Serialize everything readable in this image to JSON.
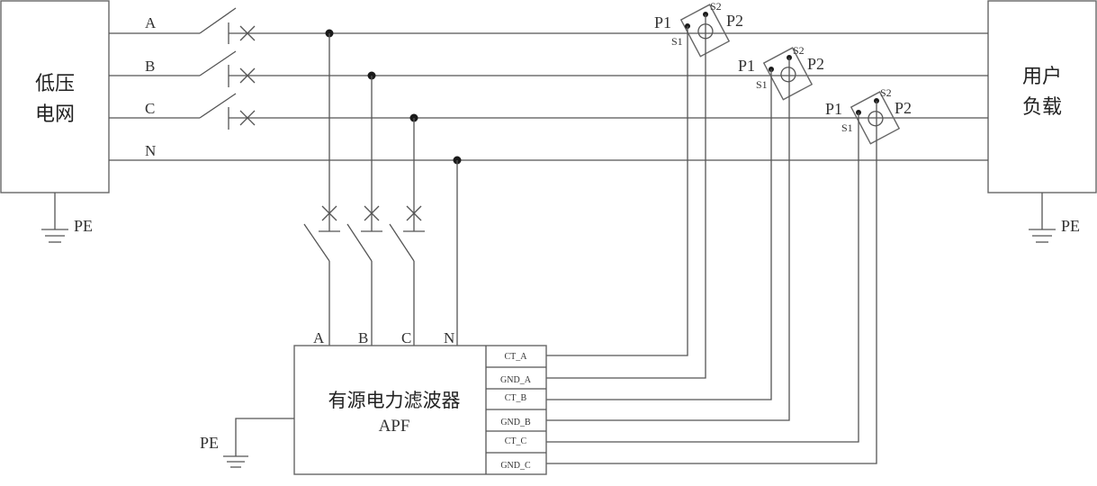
{
  "diagram": {
    "grid_source": {
      "label_line1": "低压",
      "label_line2": "电网",
      "ground_label": "PE"
    },
    "user_load": {
      "label_line1": "用户",
      "label_line2": "负载",
      "ground_label": "PE"
    },
    "bus_lines": [
      {
        "name": "A",
        "label": "A"
      },
      {
        "name": "B",
        "label": "B"
      },
      {
        "name": "C",
        "label": "C"
      },
      {
        "name": "N",
        "label": "N"
      }
    ],
    "current_transformers": [
      {
        "phase": "A",
        "primary_in": "P1",
        "primary_out": "P2",
        "secondary_1": "S1",
        "secondary_2": "S2"
      },
      {
        "phase": "B",
        "primary_in": "P1",
        "primary_out": "P2",
        "secondary_1": "S1",
        "secondary_2": "S2"
      },
      {
        "phase": "C",
        "primary_in": "P1",
        "primary_out": "P2",
        "secondary_1": "S1",
        "secondary_2": "S2"
      }
    ],
    "apf": {
      "title": "有源电力滤波器",
      "subtitle": "APF",
      "inputs": [
        "A",
        "B",
        "C",
        "N"
      ],
      "ports": [
        "CT_A",
        "GND_A",
        "CT_B",
        "GND_B",
        "CT_C",
        "GND_C"
      ],
      "ground_label": "PE"
    }
  }
}
